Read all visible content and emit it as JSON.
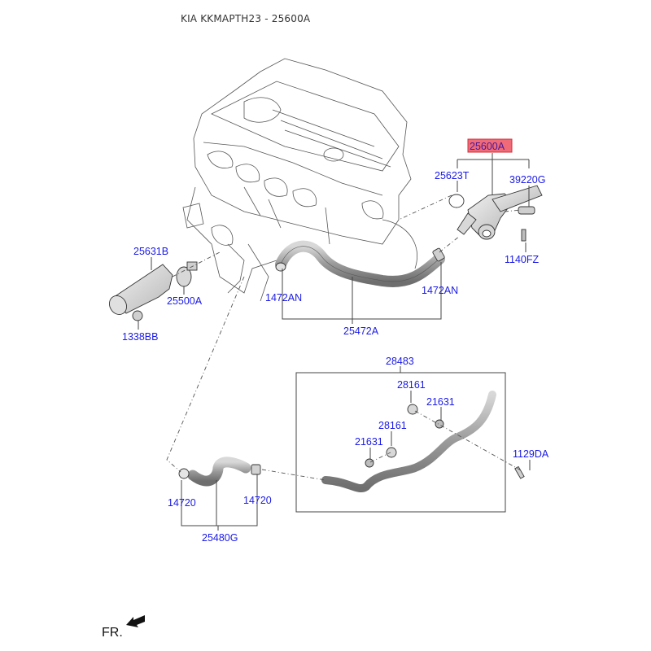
{
  "header": {
    "title": "KIA KKMAPTH23 - 25600A"
  },
  "highlight_color": "#f06a78",
  "label_color": "#1a1ae6",
  "parts": {
    "p25600A": "25600A",
    "p25623T": "25623T",
    "p39220G": "39220G",
    "p1140FZ": "1140FZ",
    "p25631B": "25631B",
    "p25500A": "25500A",
    "p1338BB": "1338BB",
    "p1472AN_left": "1472AN",
    "p1472AN_right": "1472AN",
    "p25472A": "25472A",
    "p28483": "28483",
    "p28161_top": "28161",
    "p21631_top": "21631",
    "p28161_bottom": "28161",
    "p21631_bottom": "21631",
    "p1129DA": "1129DA",
    "p14720_left": "14720",
    "p14720_right": "14720",
    "p25480G": "25480G"
  },
  "highlighted_part": "25600A",
  "orientation": {
    "label": "FR."
  }
}
